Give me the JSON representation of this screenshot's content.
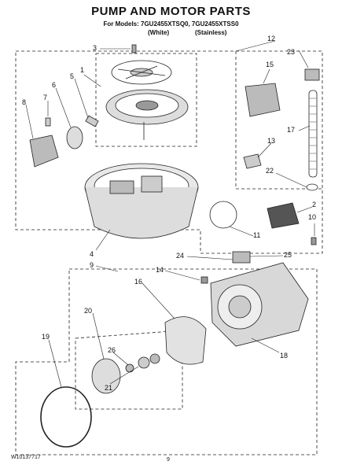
{
  "header": {
    "title": "PUMP AND MOTOR PARTS",
    "models_line": "For Models: 7GU2455XTSQ0, 7GU2455XTSS0",
    "variant_white": "(White)",
    "variant_stainless": "(Stainless)"
  },
  "callouts": [
    {
      "id": "c3",
      "label": "3"
    },
    {
      "id": "c1",
      "label": "1"
    },
    {
      "id": "c12",
      "label": "12"
    },
    {
      "id": "c23",
      "label": "23"
    },
    {
      "id": "c15",
      "label": "15"
    },
    {
      "id": "c6",
      "label": "6"
    },
    {
      "id": "c5",
      "label": "5"
    },
    {
      "id": "c8",
      "label": "8"
    },
    {
      "id": "c7",
      "label": "7"
    },
    {
      "id": "c17",
      "label": "17"
    },
    {
      "id": "c13",
      "label": "13"
    },
    {
      "id": "c22",
      "label": "22"
    },
    {
      "id": "c2",
      "label": "2"
    },
    {
      "id": "c10",
      "label": "10"
    },
    {
      "id": "c11",
      "label": "11"
    },
    {
      "id": "c4",
      "label": "4"
    },
    {
      "id": "c9",
      "label": "9"
    },
    {
      "id": "c24",
      "label": "24"
    },
    {
      "id": "c25",
      "label": "25"
    },
    {
      "id": "c14",
      "label": "14"
    },
    {
      "id": "c16",
      "label": "16"
    },
    {
      "id": "c20",
      "label": "20"
    },
    {
      "id": "c18",
      "label": "18"
    },
    {
      "id": "c19",
      "label": "19"
    },
    {
      "id": "c26",
      "label": "26"
    },
    {
      "id": "c21",
      "label": "21"
    }
  ],
  "footer": {
    "doc_number": "W10137717",
    "page_number": "9"
  }
}
